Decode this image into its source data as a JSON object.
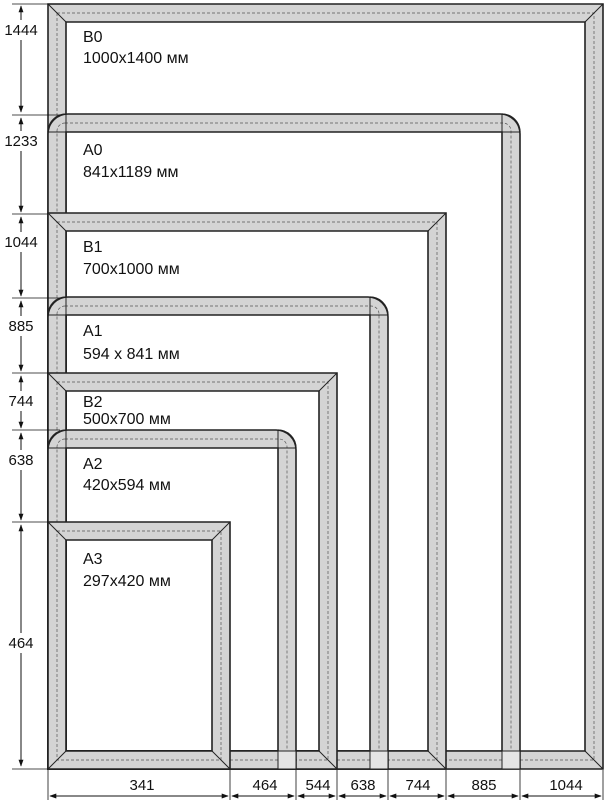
{
  "frames": [
    {
      "id": "B0",
      "name": "B0",
      "size": "1000x1400 мм",
      "corners": "mitre"
    },
    {
      "id": "A0",
      "name": "A0",
      "size": "841x1189 мм",
      "corners": "round"
    },
    {
      "id": "B1",
      "name": "B1",
      "size": "700x1000 мм",
      "corners": "mitre"
    },
    {
      "id": "A1",
      "name": "A1",
      "size": "594 x 841 мм",
      "corners": "round"
    },
    {
      "id": "B2",
      "name": "B2",
      "size": "500x700 мм",
      "corners": "mitre"
    },
    {
      "id": "A2",
      "name": "A2",
      "size": "420x594 мм",
      "corners": "round"
    },
    {
      "id": "A3",
      "name": "A3",
      "size": "297x420 мм",
      "corners": "mitre"
    }
  ],
  "height_dimensions": [
    "1444",
    "1233",
    "1044",
    "885",
    "744",
    "638",
    "464"
  ],
  "width_dimensions": [
    "341",
    "464",
    "544",
    "638",
    "744",
    "885",
    "1044"
  ],
  "colors": {
    "frame_fill": "#d4d4d4",
    "stroke": "#222222",
    "background": "#ffffff"
  }
}
